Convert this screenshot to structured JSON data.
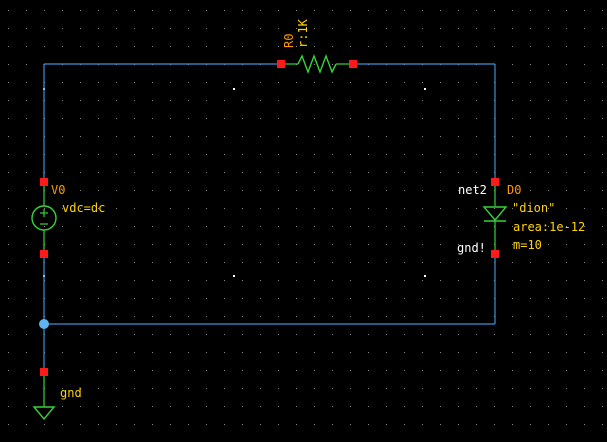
{
  "colors": {
    "background": "#000000",
    "grid_dot": "#8a8a8a",
    "wire": "#3d8fd6",
    "pin": "#ff1a1a",
    "symbol": "#39d23a",
    "instance_label": "#ff9900",
    "param_label": "#ffd400",
    "net_label": "#ffffff"
  },
  "resistor": {
    "instance": "R0",
    "value": "r:1K",
    "icon": "resistor-zigzag-icon"
  },
  "source": {
    "instance": "V0",
    "param": "vdc=dc",
    "icon": "voltage-source-icon"
  },
  "diode": {
    "instance": "D0",
    "model": "\"dion\"",
    "area": "area:1e-12",
    "multiplier": "m=10",
    "icon": "diode-icon"
  },
  "nets": {
    "net2": "net2",
    "gnd_bang": "gnd!"
  },
  "ground": {
    "label": "gnd",
    "icon": "ground-symbol-icon"
  }
}
